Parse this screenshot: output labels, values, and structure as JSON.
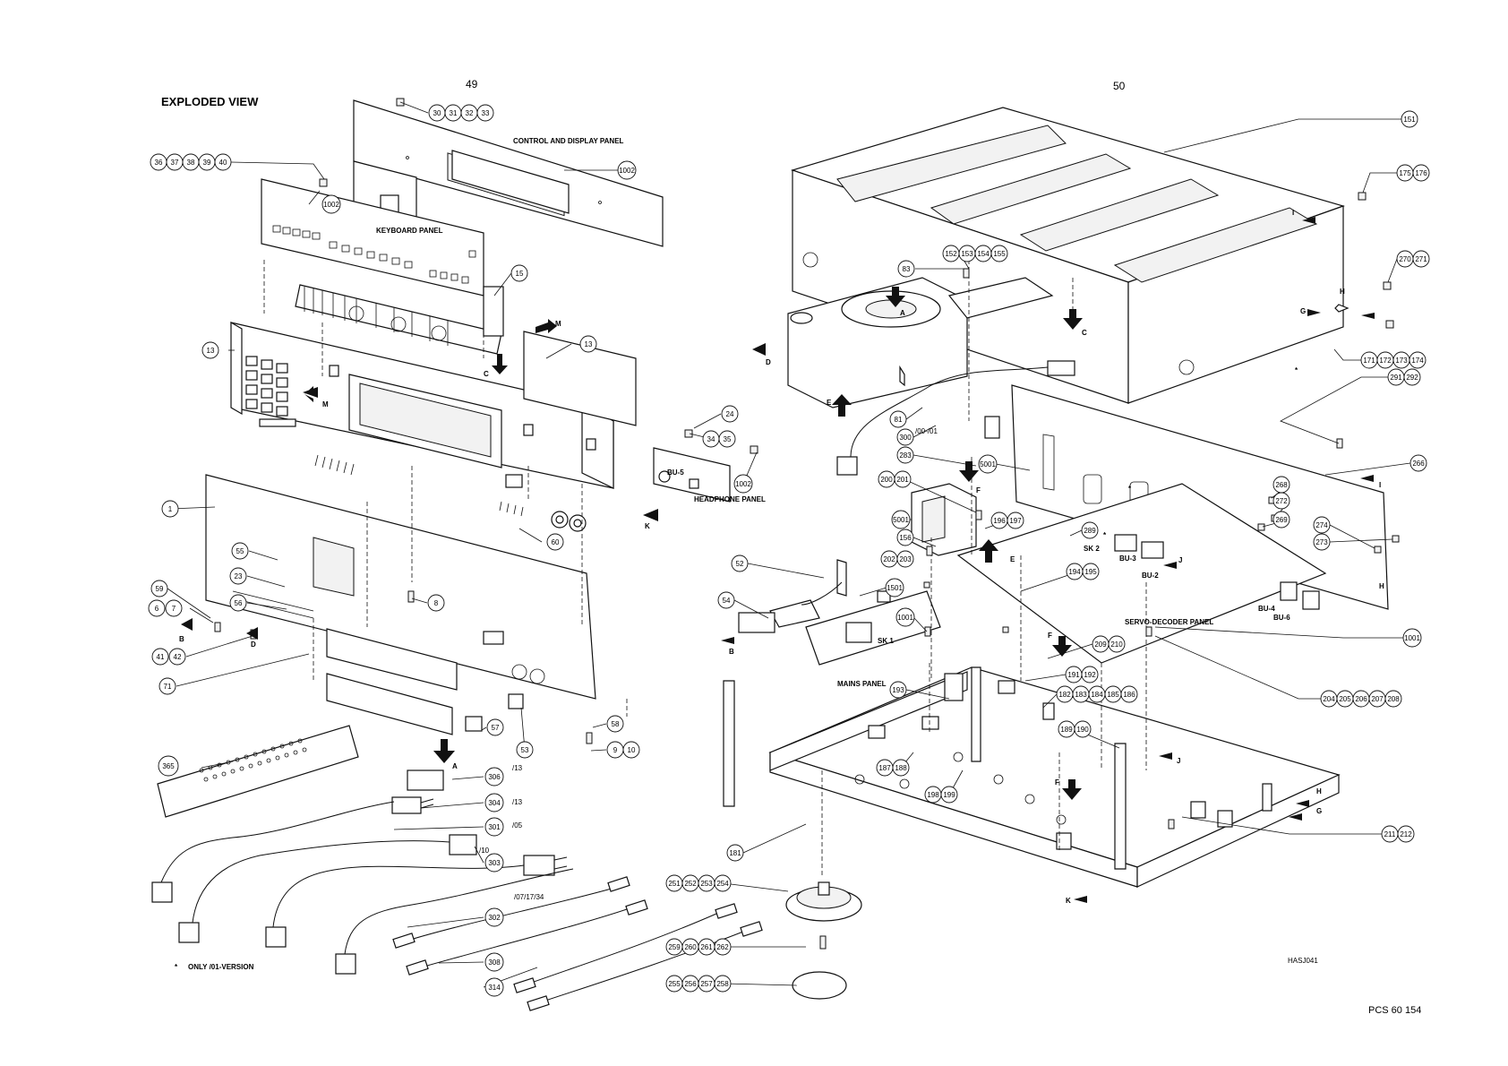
{
  "header": {
    "title": "EXPLODED VIEW",
    "page_left": "49",
    "page_right": "50"
  },
  "panel_labels": {
    "control_display": "CONTROL AND DISPLAY PANEL",
    "keyboard": "KEYBOARD PANEL",
    "headphone": "HEADPHONE PANEL",
    "mains": "MAINS PANEL",
    "servo_decoder": "SERVO-DECODER PANEL",
    "bu5": "BU-5",
    "bu3": "BU-3",
    "bu2": "BU-2",
    "bu4": "BU-4",
    "bu6": "BU-6",
    "sk1": "SK 1",
    "sk2": "SK 2"
  },
  "version_labels": {
    "v00_01": "/00-/01",
    "v13a": "/13",
    "v13b": "/13",
    "v05": "/05",
    "v10": "/10",
    "v07": "/07/17/34"
  },
  "arrow_letters": {
    "m1": "M",
    "m2": "M",
    "c1": "C",
    "c2": "C",
    "k1": "K",
    "k2": "K",
    "b1": "B",
    "b2": "B",
    "d1": "D",
    "d2": "D",
    "a1": "A",
    "a2": "A",
    "e1": "E",
    "e2": "E",
    "f1": "F",
    "f2": "F",
    "f3": "F",
    "h1": "H",
    "h2": "H",
    "h3": "H",
    "g1": "G",
    "g2": "G",
    "i1": "I",
    "i2": "I",
    "j1": "J",
    "j2": "J"
  },
  "refs": {
    "r30": "30",
    "r31": "31",
    "r32": "32",
    "r33": "33",
    "r36": "36",
    "r37": "37",
    "r38": "38",
    "r39": "39",
    "r40": "40",
    "r1002a": "1002",
    "r1002b": "1002",
    "r1002c": "1002",
    "r15": "15",
    "r13a": "13",
    "r13b": "13",
    "r24": "24",
    "r34": "34",
    "r35": "35",
    "r1": "1",
    "r55": "55",
    "r23": "23",
    "r56": "56",
    "r8": "8",
    "r60": "60",
    "r59": "59",
    "r6": "6",
    "r7": "7",
    "r41": "41",
    "r42": "42",
    "r71": "71",
    "r57": "57",
    "r53": "53",
    "r58": "58",
    "r9": "9",
    "r10": "10",
    "r365": "365",
    "r306": "306",
    "r304": "304",
    "r301": "301",
    "r303": "303",
    "r302": "302",
    "r308": "308",
    "r314": "314",
    "r151": "151",
    "r175": "175",
    "r176": "176",
    "r152": "152",
    "r153": "153",
    "r154": "154",
    "r155": "155",
    "r83": "83",
    "r270": "270",
    "r271": "271",
    "r171": "171",
    "r172": "172",
    "r173": "173",
    "r174": "174",
    "r291": "291",
    "r292": "292",
    "r81": "81",
    "r300": "300",
    "r283": "283",
    "r266": "266",
    "r200": "200",
    "r201": "201",
    "r5001a": "5001",
    "r5001b": "5001",
    "r268": "268",
    "r272": "272",
    "r269": "269",
    "r156": "156",
    "r196": "196",
    "r197": "197",
    "r289": "289",
    "r274": "274",
    "r273": "273",
    "r202": "202",
    "r203": "203",
    "r52": "52",
    "r1501": "1501",
    "r194": "194",
    "r195": "195",
    "r54": "54",
    "r1001a": "1001",
    "r1001b": "1001",
    "r209": "209",
    "r210": "210",
    "r204": "204",
    "r205": "205",
    "r206": "206",
    "r207": "207",
    "r208": "208",
    "r193": "193",
    "r191": "191",
    "r192": "192",
    "r182": "182",
    "r183": "183",
    "r184": "184",
    "r185": "185",
    "r186": "186",
    "r189": "189",
    "r190": "190",
    "r187": "187",
    "r188": "188",
    "r198": "198",
    "r199": "199",
    "r211": "211",
    "r212": "212",
    "r181": "181",
    "r251": "251",
    "r252": "252",
    "r253": "253",
    "r254": "254",
    "r259": "259",
    "r260": "260",
    "r261": "261",
    "r262": "262",
    "r255": "255",
    "r256": "256",
    "r257": "257",
    "r258": "258"
  },
  "footer": {
    "note_mark": "*",
    "note": "ONLY /01-VERSION",
    "drawing_code": "HASJ041",
    "doc_code": "PCS 60 154"
  }
}
